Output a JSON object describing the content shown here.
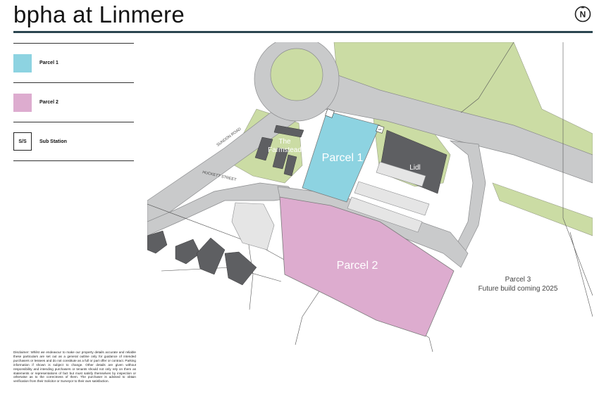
{
  "header": {
    "title": "bpha at Linmere",
    "north_label": "N"
  },
  "legend": {
    "items": [
      {
        "label": "Parcel 1",
        "color": "#8dd3e1"
      },
      {
        "label": "Parcel 2",
        "color": "#ddaccf"
      },
      {
        "label": "Sub Station",
        "symbol": "S/S"
      }
    ]
  },
  "map": {
    "labels": {
      "parcel1": "Parcel 1",
      "parcel2": "Parcel 2",
      "lidl": "Lidl",
      "farmstead_line1": "The",
      "farmstead_line2": "Farmstead",
      "parcel3_line1": "Parcel 3",
      "parcel3_line2": "Future build coming 2025",
      "sundon_road": "SUNDON ROAD",
      "huckett_street": "HUCKETT STREET",
      "ss_small": "S/S"
    },
    "colors": {
      "parcel1": "#8dd3e1",
      "parcel2": "#ddaccf",
      "road": "#c9cacb",
      "green": "#cbdca4",
      "building": "#5e5f62"
    }
  },
  "disclaimer": "Disclaimer: Whilst we endeavour to make our property details accurate and reliable these particulars are set out as a general outline only for guidance of intended purchasers or lessees and do not constitute as a full or part offer or contract. Parking information if shown is subject to change. Other details are given without responsibility and intending purchasers or tenants should not only rely on them as statements or representations of fact but must satisfy themselves by inspection or otherwise as to the correctness of them. The purchaser is advised to obtain verification from their Solicitor or Surveyor to their own satisfaction."
}
